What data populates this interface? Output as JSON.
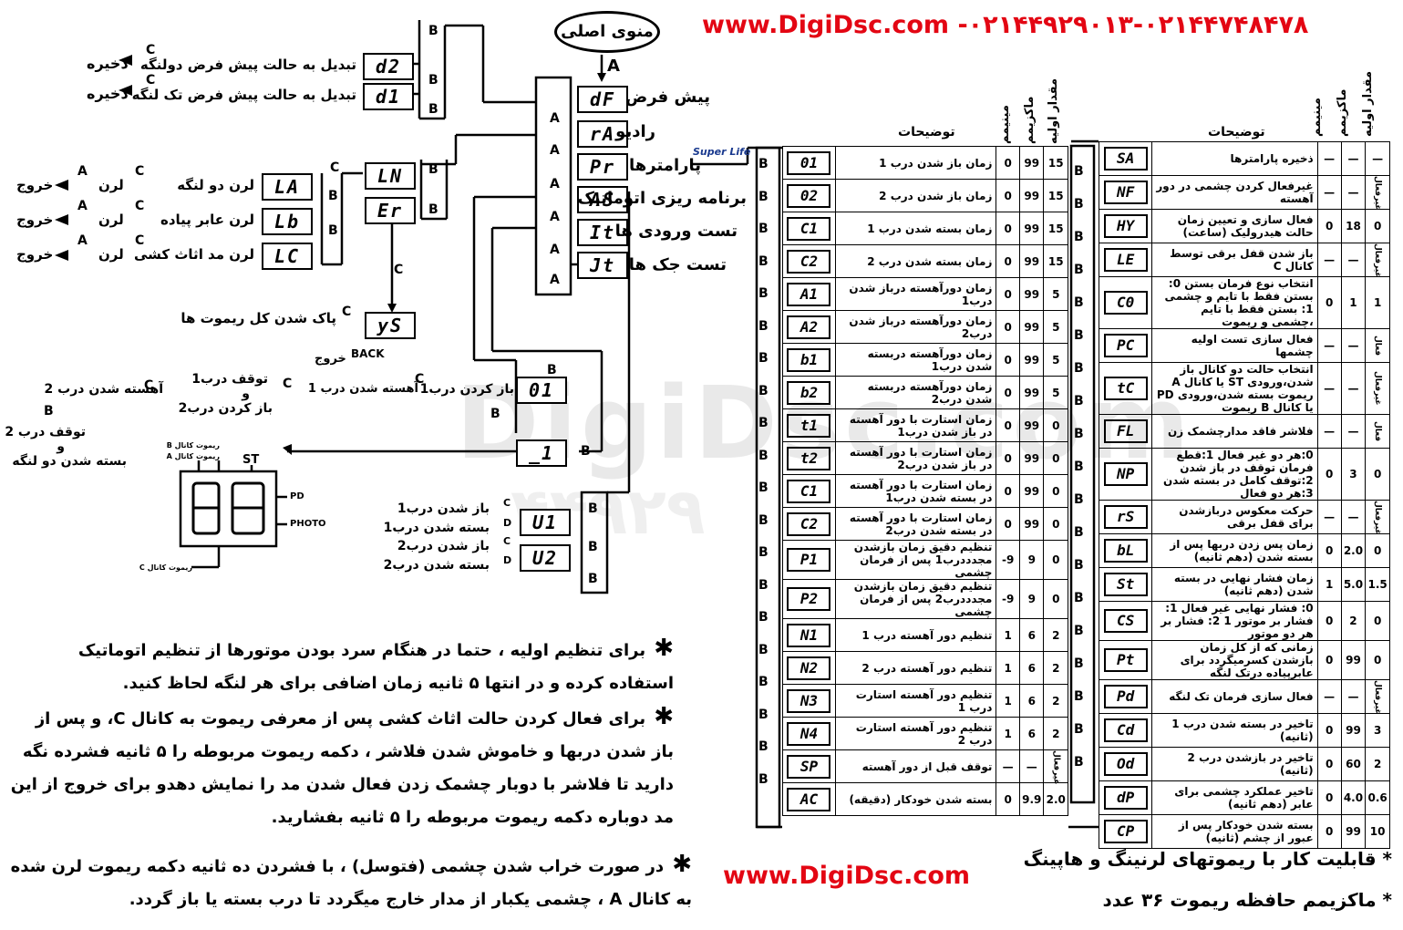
{
  "header": {
    "url_phone": "www.DigiDsc.com -۰۲۱۴۴۹۲۹۰۱۳-۰۲۱۴۴۷۴۸۴۷۸"
  },
  "footer_url": "www.DigiDsc.com",
  "watermark": {
    "text": "DigiDsc.com",
    "phone": "۴۴۹۲۹"
  },
  "logo": "Super Life",
  "main_menu": {
    "title": "منوی اصلی",
    "entry_letter": "A",
    "items": [
      {
        "code": "dF",
        "label": "پیش فرض"
      },
      {
        "code": "rA",
        "label": "رادیو"
      },
      {
        "code": "Pr",
        "label": "پارامترها"
      },
      {
        "code": "AS",
        "label": "برنامه ریزی اتوماتیک"
      },
      {
        "code": "It",
        "label": "تست ورودی ها"
      },
      {
        "code": "Jt",
        "label": "تست جک ها"
      }
    ]
  },
  "defaults": [
    {
      "code": "d2",
      "label": "تبدیل به حالت پیش فرض دولنگه",
      "action": "ذخیره"
    },
    {
      "code": "d1",
      "label": "تبدیل به حالت پیش فرض تک لنگه",
      "action": "ذخیره"
    }
  ],
  "radio": {
    "codes": [
      "LN",
      "Er"
    ],
    "learn": [
      {
        "code": "LA",
        "label": "لرن دو لنگه",
        "learn": "لرن",
        "exit": "خروج"
      },
      {
        "code": "Lb",
        "label": "لرن عابر پیاده",
        "learn": "لرن",
        "exit": "خروج"
      },
      {
        "code": "LC",
        "label": "لرن مد اثاث کشی",
        "learn": "لرن",
        "exit": "خروج"
      }
    ],
    "erase": {
      "code": "yS",
      "label": "پاک شدن کل ریموت ها",
      "back": "BACK",
      "exit": "خروج"
    }
  },
  "auto": {
    "code": "01",
    "sequence_label": "باز کردن درب1",
    "step1": "آهسته شدن درب 1",
    "step2a": "توقف درب1",
    "step2and": "و",
    "step2b": "باز کردن درب2",
    "step3": "آهسته شدن درب 2",
    "step4a": "توقف درب 2",
    "step4and": "و",
    "step4b": "بسته شدن دو لنگه"
  },
  "input_test": {
    "code": "_1",
    "st": "ST",
    "pd": "PD",
    "photo": "PHOTO",
    "remote_b": "ریموت کانال B",
    "remote_a": "ریموت کانال A",
    "remote_c": "ریموت کانال C"
  },
  "jack_test": {
    "codes": [
      "U1",
      "U2"
    ],
    "items": [
      "باز شدن درب1",
      "بسته شدن درب1",
      "باز شدن درب2",
      "بسته شدن درب2"
    ]
  },
  "left_table": {
    "headers": {
      "desc": "توضیحات",
      "min": "مینیمم",
      "max": "ماکزیمم",
      "init": "مقدار اولیه"
    },
    "rows": [
      {
        "code": "01",
        "desc": "زمان باز شدن درب 1",
        "min": "0",
        "max": "99",
        "init": "15"
      },
      {
        "code": "02",
        "desc": "زمان باز شدن درب 2",
        "min": "0",
        "max": "99",
        "init": "15"
      },
      {
        "code": "C1",
        "desc": "زمان بسته شدن درب 1",
        "min": "0",
        "max": "99",
        "init": "15"
      },
      {
        "code": "C2",
        "desc": "زمان بسته شدن درب 2",
        "min": "0",
        "max": "99",
        "init": "15"
      },
      {
        "code": "A1",
        "desc": "زمان دورآهسته درباز شدن درب1",
        "min": "0",
        "max": "99",
        "init": "5"
      },
      {
        "code": "A2",
        "desc": "زمان دورآهسته درباز شدن درب2",
        "min": "0",
        "max": "99",
        "init": "5"
      },
      {
        "code": "b1",
        "desc": "زمان دورآهسته دربسته شدن درب1",
        "min": "0",
        "max": "99",
        "init": "5"
      },
      {
        "code": "b2",
        "desc": "زمان دورآهسته دربسته شدن درب2",
        "min": "0",
        "max": "99",
        "init": "5"
      },
      {
        "code": "t1",
        "desc": "زمان استارت با دور آهسته در باز شدن درب1",
        "min": "0",
        "max": "99",
        "init": "0"
      },
      {
        "code": "t2",
        "desc": "زمان استارت با دور آهسته در باز شدن درب2",
        "min": "0",
        "max": "99",
        "init": "0"
      },
      {
        "code": "C1",
        "desc": "زمان استارت با دور آهسته در بسته شدن درب1",
        "min": "0",
        "max": "99",
        "init": "0"
      },
      {
        "code": "C2",
        "desc": "زمان استارت با دور آهسته در بسته شدن درب2",
        "min": "0",
        "max": "99",
        "init": "0"
      },
      {
        "code": "P1",
        "desc": "تنظیم دقیق زمان بازشدن مجدددرب1 پس از فرمان چشمی",
        "min": "-9",
        "max": "9",
        "init": "0"
      },
      {
        "code": "P2",
        "desc": "تنظیم دقیق زمان بازشدن مجدددرب2 پس از فرمان چشمی",
        "min": "-9",
        "max": "9",
        "init": "0"
      },
      {
        "code": "N1",
        "desc": "تنظیم دور آهسته درب 1",
        "min": "1",
        "max": "6",
        "init": "2"
      },
      {
        "code": "N2",
        "desc": "تنظیم دور آهسته درب 2",
        "min": "1",
        "max": "6",
        "init": "2"
      },
      {
        "code": "N3",
        "desc": "تنظیم دور آهسته استارت درب 1",
        "min": "1",
        "max": "6",
        "init": "2"
      },
      {
        "code": "N4",
        "desc": "تنظیم دور آهسته استارت درب 2",
        "min": "1",
        "max": "6",
        "init": "2"
      },
      {
        "code": "SP",
        "desc": "توقف قبل از دور آهسته",
        "min": "—",
        "max": "—",
        "init": "غیرفعال"
      },
      {
        "code": "AC",
        "desc": "بسته شدن خودکار (دقیقه)",
        "min": "0",
        "max": "9.9",
        "init": "2.0"
      }
    ]
  },
  "right_table": {
    "headers": {
      "desc": "توضیحات",
      "min": "مینیمم",
      "max": "ماکزیمم",
      "init": "مقدار اولیه"
    },
    "rows": [
      {
        "code": "SA",
        "desc": "ذخیره پارامترها",
        "min": "—",
        "max": "—",
        "init": "—"
      },
      {
        "code": "NF",
        "desc": "غیرفعال کردن چشمی در دور آهسته",
        "min": "—",
        "max": "—",
        "init": "غیرفعال"
      },
      {
        "code": "HY",
        "desc": "فعال سازی و تعیین زمان حالت هیدرولیک (ساعت)",
        "min": "0",
        "max": "18",
        "init": "0"
      },
      {
        "code": "LE",
        "desc": "باز شدن قفل برقی توسط کانال C",
        "min": "—",
        "max": "—",
        "init": "غیرفعال"
      },
      {
        "code": "C0",
        "desc": "انتخاب نوع فرمان بستن 0: بستن فقط با تایم و چشمی 1: بستن فقط با تایم ،چشمی و ریموت",
        "min": "0",
        "max": "1",
        "init": "1"
      },
      {
        "code": "PC",
        "desc": "فعال سازی تست اولیه چشمها",
        "min": "—",
        "max": "—",
        "init": "فعال"
      },
      {
        "code": "tC",
        "desc": "انتخاب حالت دو کانال باز شدن،ورودی ST یا کانال A ریموت بسته شدن،ورودی PD یا کانال B ریموت",
        "min": "—",
        "max": "—",
        "init": "غیرفعال"
      },
      {
        "code": "FL",
        "desc": "فلاشر فاقد مدارچشمک زن",
        "min": "—",
        "max": "—",
        "init": "فعال"
      },
      {
        "code": "NP",
        "desc": "0:هر دو غیر فعال 1:قطع فرمان توقف در باز شدن 2:توقف کامل در بسته شدن 3:هر دو فعال",
        "min": "0",
        "max": "3",
        "init": "0"
      },
      {
        "code": "rS",
        "desc": "حرکت معکوس دربازشدن برای قفل برقی",
        "min": "—",
        "max": "—",
        "init": "غیرفعال"
      },
      {
        "code": "bL",
        "desc": "زمان پس زدن دربها پس از بسته شدن (دهم ثانیه)",
        "min": "0",
        "max": "2.0",
        "init": "0"
      },
      {
        "code": "St",
        "desc": "زمان فشار نهایی در بسته شدن (دهم ثانیه)",
        "min": "1",
        "max": "5.0",
        "init": "1.5"
      },
      {
        "code": "CS",
        "desc": "0: فشار نهایی غیر فعال 1: فشار بر موتور 1 2: فشار بر هر دو موتور",
        "min": "0",
        "max": "2",
        "init": "0"
      },
      {
        "code": "Pt",
        "desc": "زمانی که از کل زمان بازشدن کسرمیگردد برای عابرپیاده درتک لنگه",
        "min": "0",
        "max": "99",
        "init": "0"
      },
      {
        "code": "Pd",
        "desc": "فعال سازی فرمان تک لنگه",
        "min": "—",
        "max": "—",
        "init": "غیرفعال"
      },
      {
        "code": "Cd",
        "desc": "تاخیر در بسته شدن درب 1 (ثانیه)",
        "min": "0",
        "max": "99",
        "init": "3"
      },
      {
        "code": "Od",
        "desc": "تاخیر در بازشدن درب 2 (ثانیه)",
        "min": "0",
        "max": "60",
        "init": "2"
      },
      {
        "code": "dP",
        "desc": "تاخیر عملکرد چشمی برای عابر (دهم ثانیه)",
        "min": "0",
        "max": "4.0",
        "init": "0.6"
      },
      {
        "code": "CP",
        "desc": "بسته شدن خودکار پس از عبور از چشم (ثانیه)",
        "min": "0",
        "max": "99",
        "init": "10"
      }
    ]
  },
  "notes": [
    "برای تنظیم اولیه ، حتما در هنگام سرد بودن موتورها از تنظیم اتوماتیک استفاده کرده و در انتها ۵ ثانیه زمان اضافی برای هر لنگه لحاظ کنید.",
    "برای فعال کردن حالت اثاث کشی پس از معرفی ریموت به کانال C، و پس از باز شدن دربها و خاموش شدن فلاشر ، دکمه ریموت مربوطه را ۵ ثانیه فشرده نگه دارید تا فلاشر با دوبار چشمک زدن فعال شدن مد را نمایش دهدو برای خروج از این مد دوباره دکمه ریموت مربوطه را ۵ ثانیه بفشارید.",
    "در صورت خراب شدن چشمی (فتوسل) ، با فشردن ده ثانیه دکمه ریموت لرن شده به کانال A ، چشمی یکبار از مدار خارج میگردد تا درب بسته یا باز گردد."
  ],
  "footer_notes": [
    "* قابلیت کار با ریموتهای لرنینگ و هاپینگ",
    "* ماکزیمم حافظه ریموت ۳۶ عدد"
  ],
  "letters": {
    "a": "A",
    "b": "B",
    "c": "C",
    "d": "D"
  }
}
